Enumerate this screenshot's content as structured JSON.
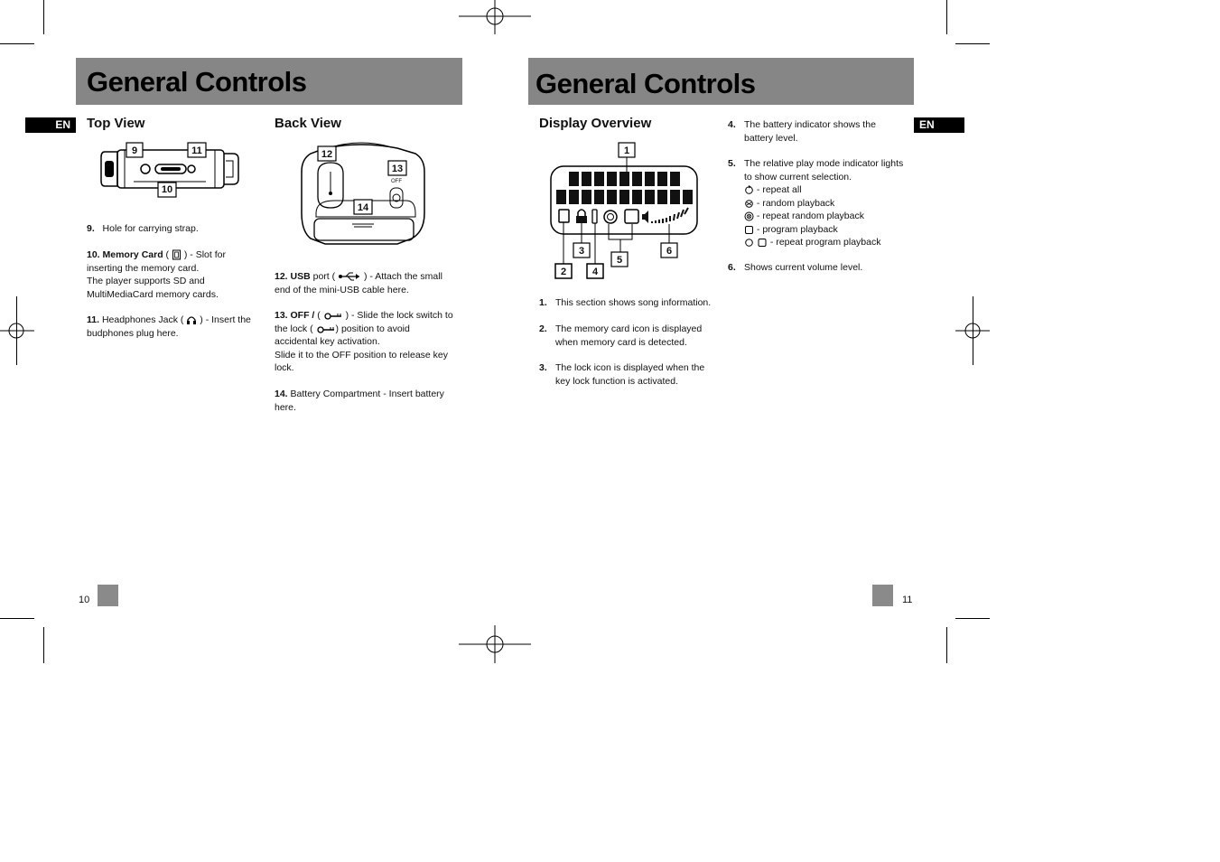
{
  "left_page": {
    "banner_title": "General Controls",
    "lang_tag": "EN",
    "top_view": {
      "heading": "Top View",
      "callouts": [
        "9",
        "11",
        "10"
      ],
      "items": [
        {
          "num": "9.",
          "text": "Hole for carrying strap."
        },
        {
          "num": "10. Memory Card",
          "text_pre": "(",
          "text_post": ") - Slot for inserting the memory card.",
          "extra": "The player supports SD and MultiMediaCard memory cards."
        },
        {
          "num": "11.",
          "text_pre": "Headphones Jack (",
          "text_post": ") - Insert the budphones plug here."
        }
      ]
    },
    "back_view": {
      "heading": "Back View",
      "callouts": [
        "12",
        "13",
        "14"
      ],
      "switch_label": "OFF",
      "items": [
        {
          "num": "12. USB",
          "text_pre": "port (",
          "text_post": ") - Attach the small end of the mini-USB cable here."
        },
        {
          "num": "13. OFF /",
          "text_pre": "(",
          "text_post": ") - Slide the lock switch to the lock (",
          "text_post2": ") position to avoid accidental key activation.",
          "extra": "Slide it to the OFF position to release key lock."
        },
        {
          "num": "14.",
          "text": "Battery Compartment - Insert battery here."
        }
      ]
    },
    "page_number": "10"
  },
  "right_page": {
    "banner_title": "General Controls",
    "lang_tag": "EN",
    "display_overview": {
      "heading": "Display Overview",
      "callouts": [
        "1",
        "2",
        "3",
        "4",
        "5",
        "6"
      ],
      "items": [
        {
          "num": "1.",
          "text": "This section shows song information."
        },
        {
          "num": "2.",
          "text": "The memory card icon is displayed when memory card is detected."
        },
        {
          "num": "3.",
          "text": "The lock icon is displayed when the key lock function is activated."
        },
        {
          "num": "4.",
          "text": "The battery indicator shows the battery level."
        },
        {
          "num": "5.",
          "text": "The relative play mode indicator lights to show current selection."
        },
        {
          "num": "6.",
          "text": "Shows current volume level."
        }
      ],
      "play_modes": [
        {
          "icon": "repeat-icon",
          "label": "- repeat all"
        },
        {
          "icon": "random-icon",
          "label": "- random playback"
        },
        {
          "icon": "repeat-random-icon",
          "label": "- repeat random playback"
        },
        {
          "icon": "program-icon",
          "label": "- program playback"
        },
        {
          "icon": "repeat-program-icon",
          "label": "- repeat program playback"
        }
      ]
    },
    "page_number": "11"
  },
  "colors": {
    "banner": "#868686",
    "tag": "#000000",
    "page_square": "#8a8a8a"
  }
}
